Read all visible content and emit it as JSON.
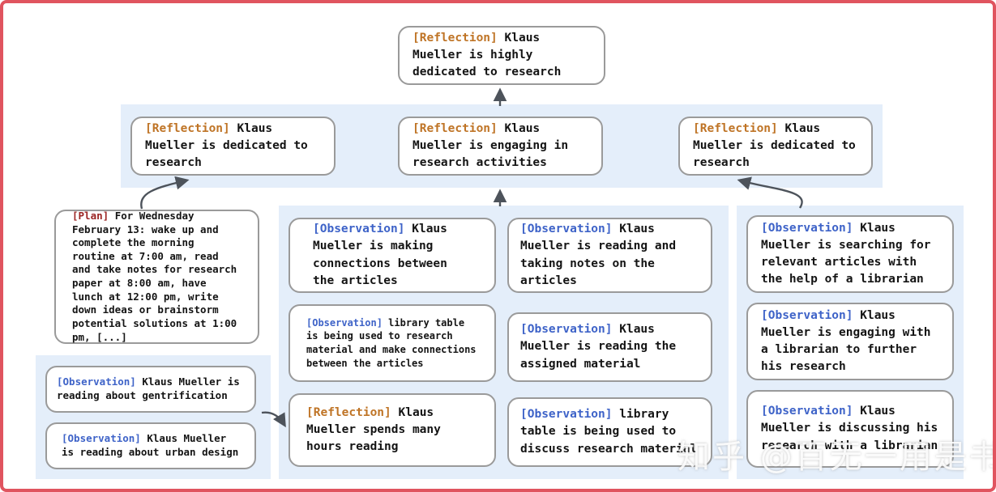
{
  "watermark": {
    "text": "知乎 @百无一用是书生"
  },
  "colors": {
    "frame_red": "#e0545f",
    "panel_blue": "#e4eefa",
    "box_border_gray": "#9a9a9a",
    "reflection_tag": "#bf7426",
    "plan_tag": "#9b2423",
    "observation_tag": "#3e63c8",
    "arrow_gray": "#4d535b"
  },
  "nodes": {
    "top": {
      "tag": "[Reflection]",
      "text": "Klaus Mueller is highly dedicated to research"
    },
    "row2": [
      {
        "tag": "[Reflection]",
        "text": "Klaus Mueller is dedicated to research"
      },
      {
        "tag": "[Reflection]",
        "text": "Klaus Mueller is engaging in research activities"
      },
      {
        "tag": "[Reflection]",
        "text": "Klaus Mueller is dedicated to research"
      }
    ],
    "plan": {
      "tag": "[Plan]",
      "text": "For Wednesday February 13: wake up and complete the morning routine at 7:00 am, read and take notes for research paper at 8:00 am, have lunch at 12:00 pm, write down ideas or brainstorm potential solutions at 1:00 pm, [...]"
    },
    "left_group": [
      {
        "tag": "[Observation]",
        "text": "Klaus Mueller is reading about gentrification"
      },
      {
        "tag": "[Observation]",
        "text": "Klaus Mueller is reading about urban design"
      }
    ],
    "mid_col1": [
      {
        "tag": "[Observation]",
        "text": "Klaus Mueller is making connections between the articles"
      },
      {
        "tag": "[Observation]",
        "text": "library table is being used to research material and make connections between the articles"
      },
      {
        "tag": "[Reflection]",
        "text": "Klaus Mueller spends many hours reading"
      }
    ],
    "mid_col2": [
      {
        "tag": "[Observation]",
        "text": "Klaus Mueller is reading and taking notes on the articles"
      },
      {
        "tag": "[Observation]",
        "text": "Klaus Mueller is reading the assigned material"
      },
      {
        "tag": "[Observation]",
        "text": "library table is being used to discuss research material"
      }
    ],
    "right_col": [
      {
        "tag": "[Observation]",
        "text": "Klaus Mueller is searching for relevant articles with the help of a librarian"
      },
      {
        "tag": "[Observation]",
        "text": "Klaus Mueller is engaging with a librarian to further his research"
      },
      {
        "tag": "[Observation]",
        "text": "Klaus Mueller is discussing his research with a librarian"
      }
    ]
  }
}
